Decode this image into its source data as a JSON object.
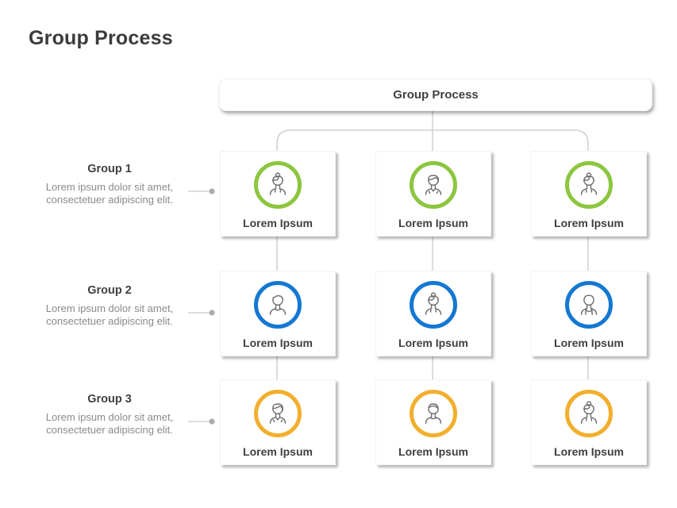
{
  "page": {
    "title": "Group Process",
    "background_color": "#ffffff"
  },
  "top_box": {
    "label": "Group Process"
  },
  "groups": [
    {
      "label": "Group 1",
      "desc_line1": "Lorem ipsum dolor sit amet,",
      "desc_line2": "consectetuer adipiscing elit."
    },
    {
      "label": "Group 2",
      "desc_line1": "Lorem ipsum dolor sit amet,",
      "desc_line2": "consectetuer adipiscing elit."
    },
    {
      "label": "Group 3",
      "desc_line1": "Lorem ipsum dolor sit amet,",
      "desc_line2": "consectetuer adipiscing elit."
    }
  ],
  "rows": [
    {
      "group": "Group 1",
      "ring_color": "#8CC63F",
      "cards": [
        {
          "label": "Lorem Ipsum",
          "icon": "woman-bun"
        },
        {
          "label": "Lorem Ipsum",
          "icon": "man-sidepart"
        },
        {
          "label": "Lorem Ipsum",
          "icon": "woman-bun"
        }
      ]
    },
    {
      "group": "Group 2",
      "ring_color": "#1478D2",
      "cards": [
        {
          "label": "Lorem Ipsum",
          "icon": "man-curly"
        },
        {
          "label": "Lorem Ipsum",
          "icon": "woman-bun"
        },
        {
          "label": "Lorem Ipsum",
          "icon": "man-tank"
        }
      ]
    },
    {
      "group": "Group 3",
      "ring_color": "#F2AF2D",
      "cards": [
        {
          "label": "Lorem Ipsum",
          "icon": "man-sidepart"
        },
        {
          "label": "Lorem Ipsum",
          "icon": "man-young"
        },
        {
          "label": "Lorem Ipsum",
          "icon": "woman-bun"
        }
      ]
    }
  ],
  "style_colors": {
    "connector_line": "#c8c8c8",
    "pointer_dot": "#acacac",
    "icon_stroke": "#6f6f6f"
  }
}
